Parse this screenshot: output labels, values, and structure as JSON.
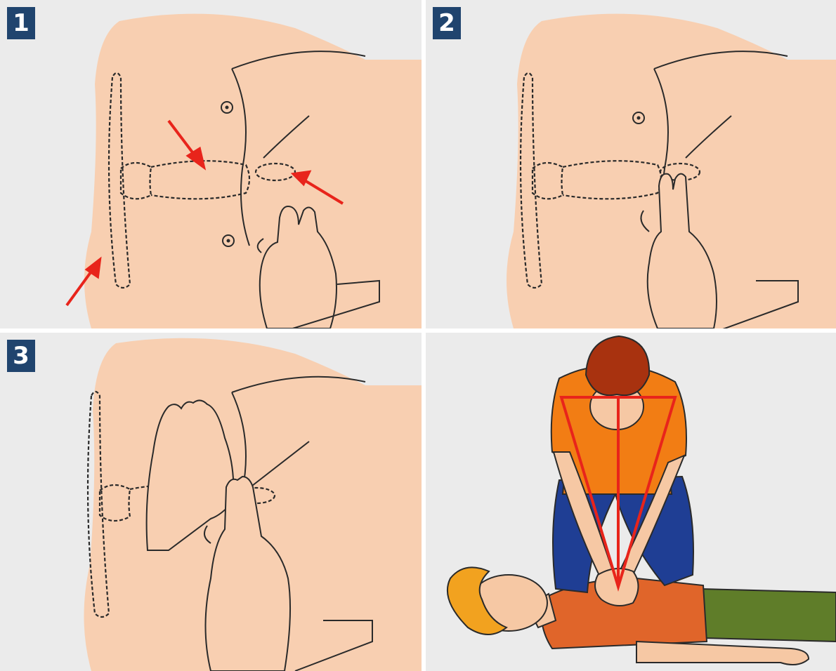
{
  "panels": [
    {
      "step": "1"
    },
    {
      "step": "2"
    },
    {
      "step": "3"
    },
    {
      "step": ""
    }
  ],
  "colors": {
    "skin": "#f8cfb1",
    "background": "#ebebeb",
    "badge": "#20446e",
    "arrow": "#e8241b",
    "rescuer_shirt": "#f27d14",
    "rescuer_hair": "#a8320f",
    "rescuer_pants": "#1f3e94",
    "patient_shirt": "#e0652a",
    "patient_hair": "#f2a21f",
    "patient_pants": "#5f7d29",
    "triangle": "#e8241b"
  },
  "icons": [
    "ribcage-outline",
    "red-arrow",
    "hand",
    "rescuer-figure",
    "patient-figure",
    "posture-triangle"
  ]
}
